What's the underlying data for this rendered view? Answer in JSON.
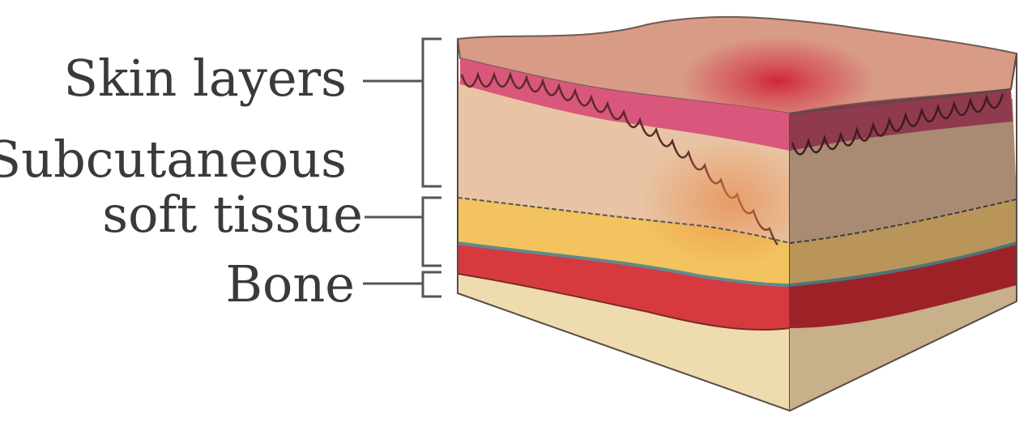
{
  "labels": {
    "skin": "Skin layers",
    "subcutaneous_line1": "Subcutaneous",
    "subcutaneous_line2": "soft tissue",
    "bone": "Bone"
  },
  "colors": {
    "skin_top": "#d79a86",
    "epidermis": "#d8557a",
    "inflammation": "#cf2b3a",
    "dermis": "#e6c2a2",
    "fat": "#f2c35e",
    "muscle": "#d63a3f",
    "bone": "#efdcae",
    "bracket": "#555555"
  }
}
